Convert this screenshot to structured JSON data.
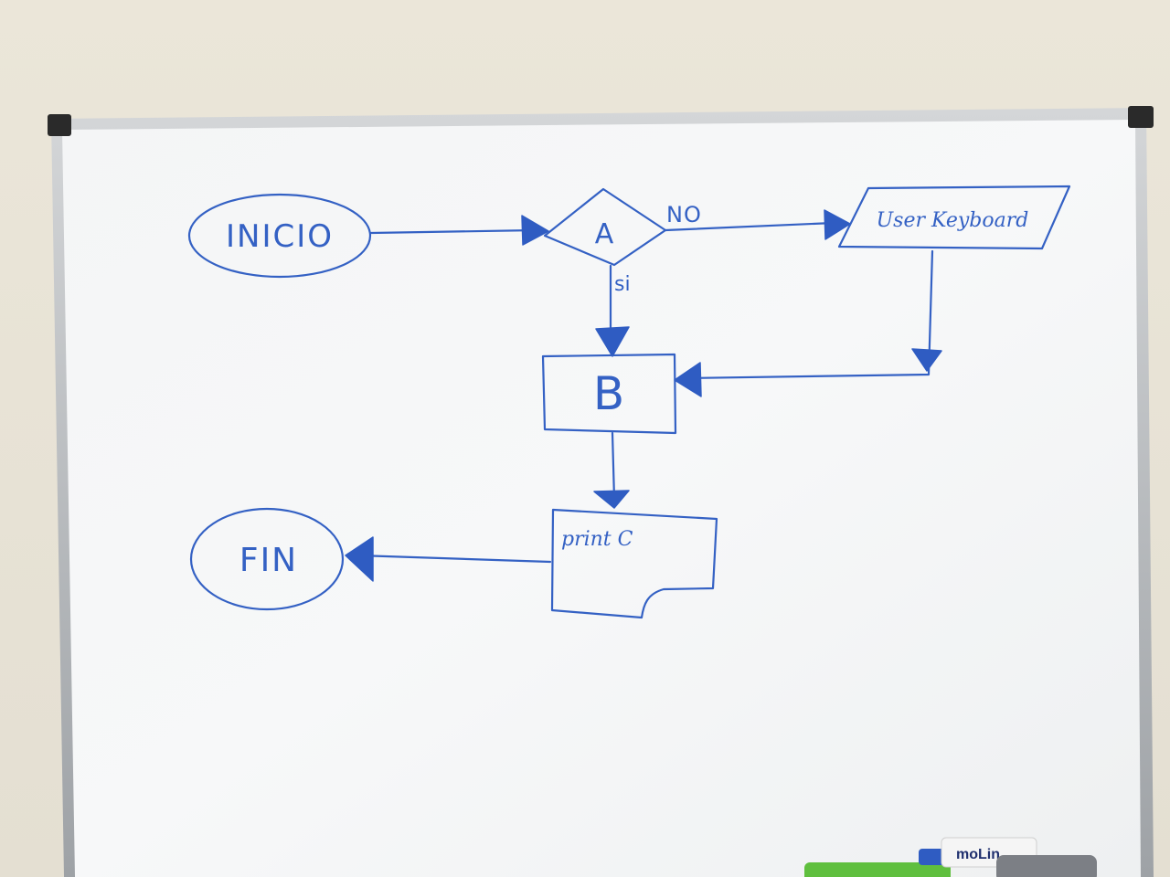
{
  "diagram": {
    "nodes": {
      "start": {
        "label": "INICIO",
        "shape": "ellipse"
      },
      "decision": {
        "label": "A",
        "shape": "diamond"
      },
      "input": {
        "label": "User Keyboard",
        "shape": "parallelogram"
      },
      "process": {
        "label": "B",
        "shape": "rectangle"
      },
      "output": {
        "label": "print C",
        "shape": "document"
      },
      "end": {
        "label": "FIN",
        "shape": "ellipse"
      }
    },
    "edges": {
      "no_label": "NO",
      "si_label": "si"
    }
  },
  "marker": {
    "brand": "moLin"
  },
  "colors": {
    "ink": "#3461c4",
    "board": "#f6f7f8",
    "frame": "#b9bcbf",
    "wall": "#e7e2d6",
    "eraser": "#5fbf3e"
  }
}
